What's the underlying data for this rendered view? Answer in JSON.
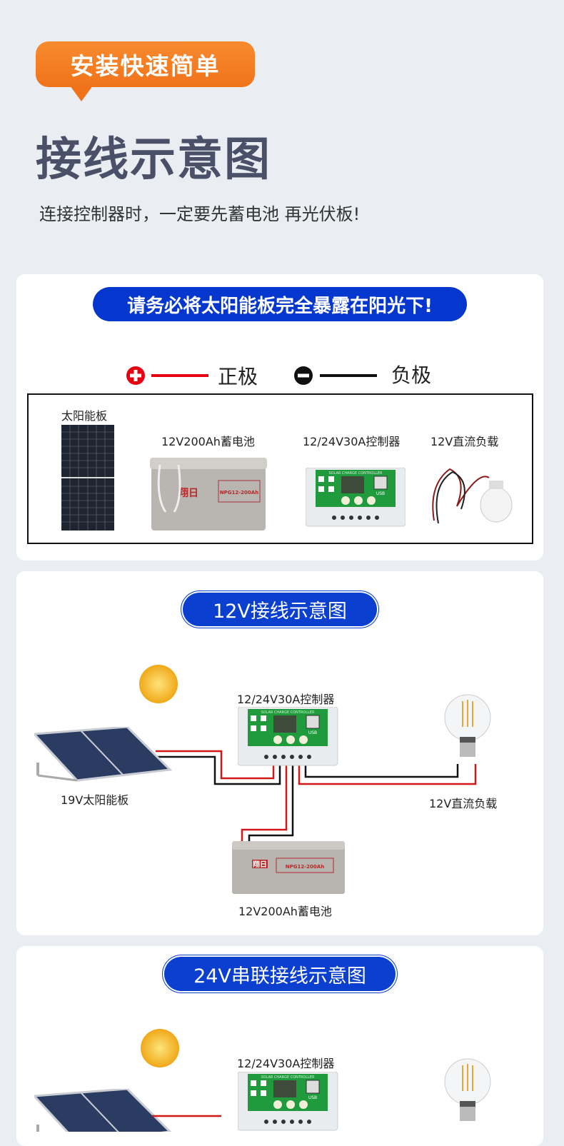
{
  "header": {
    "badge": "安装快速简单",
    "title": "接线示意图",
    "subtitle": "连接控制器时，一定要先蓄电池 再光伏板!"
  },
  "card1": {
    "banner": "请务必将太阳能板完全暴露在阳光下!",
    "legend": {
      "positive": "正极",
      "negative": "负极",
      "positive_color": "#e60012",
      "negative_color": "#000000"
    },
    "components": [
      {
        "label": "太阳能板"
      },
      {
        "label": "12V200Ah蓄电池"
      },
      {
        "label": "12/24V30A控制器"
      },
      {
        "label": "12V直流负载"
      }
    ]
  },
  "battery_brand": "翔日",
  "battery_model": "NPG12-200Ah",
  "controller_text": "SOLAR CHARGE CONTROLLER",
  "usb_text": "USB",
  "card2": {
    "banner": "12V接线示意图",
    "controller": "12/24V30A控制器",
    "panel": "19V太阳能板",
    "load": "12V直流负载",
    "battery": "12V200Ah蓄电池"
  },
  "card3": {
    "banner": "24V串联接线示意图",
    "controller": "12/24V30A控制器"
  }
}
